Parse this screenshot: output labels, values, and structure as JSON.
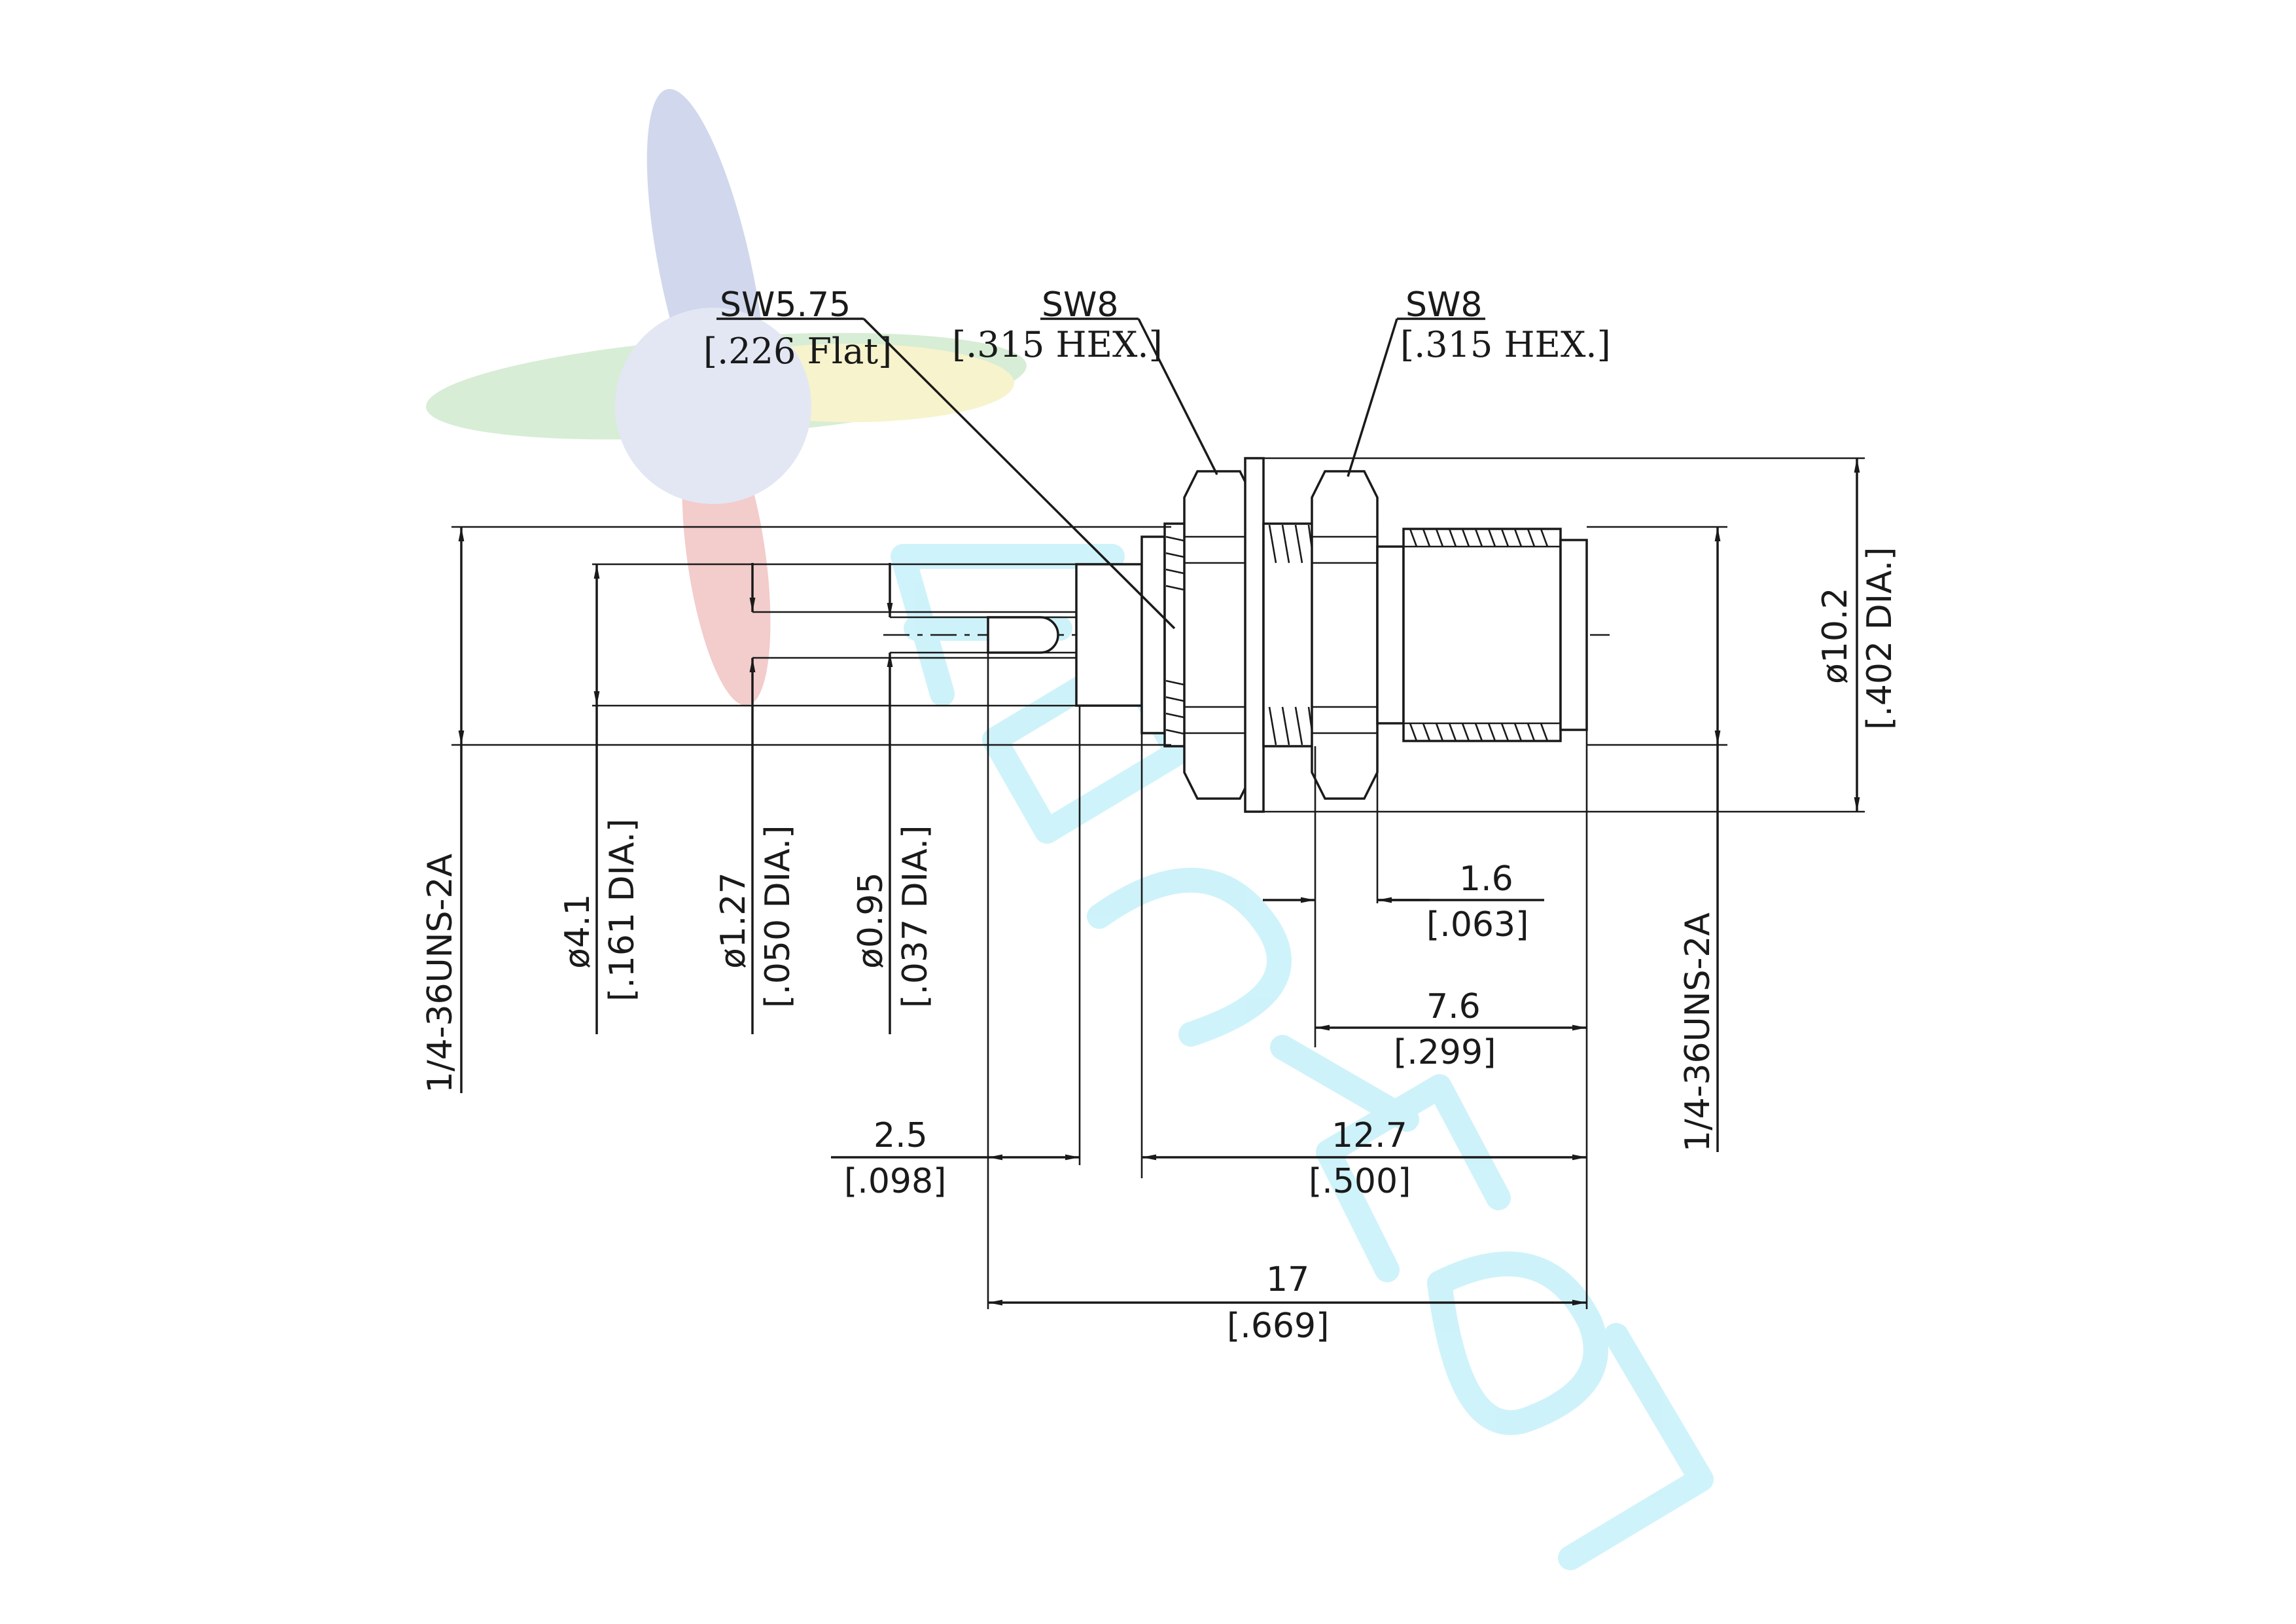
{
  "callouts": {
    "flat_title": "SW5.75",
    "flat_sub": "[.226 Flat]",
    "hex1_title": "SW8",
    "hex1_sub": "[.315 HEX.]",
    "hex2_title": "SW8",
    "hex2_sub": "[.315 HEX.]"
  },
  "dims": {
    "thread_left": "1/4-36UNS-2A",
    "d41_a": "ø4.1",
    "d41_b": "[.161 DIA.]",
    "d127_a": "ø1.27",
    "d127_b": "[.050 DIA.]",
    "d095_a": "ø0.95",
    "d095_b": "[.037 DIA.]",
    "d102_a": "ø10.2",
    "d102_b": "[.402 DIA.]",
    "thread_right": "1/4-36UNS-2A",
    "l16_a": "1.6",
    "l16_b": "[.063]",
    "l76_a": "7.6",
    "l76_b": "[.299]",
    "l25_a": "2.5",
    "l25_b": "[.098]",
    "l127_a": "12.7",
    "l127_b": "[.500]",
    "l17_a": "17",
    "l17_b": "[.669]"
  },
  "watermark": {
    "colors": {
      "blue": "#5a6fbf",
      "green": "#6fbf6a",
      "yellow": "#e0d24a",
      "red": "#d24a4a",
      "cyan": "#5fd6ee"
    }
  }
}
